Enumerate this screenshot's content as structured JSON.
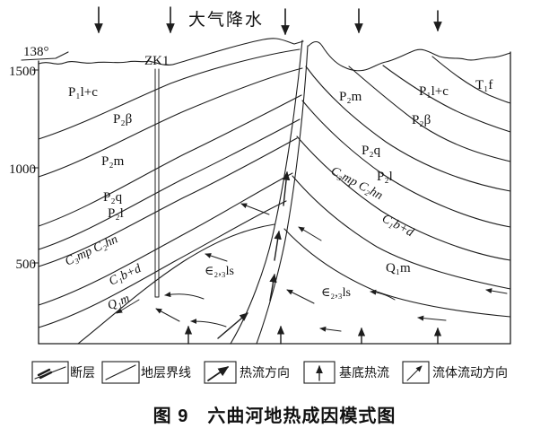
{
  "colors": {
    "line": "#1d1d1d",
    "text": "#111111",
    "background": "#ffffff"
  },
  "header": {
    "precipitation": "大气降水"
  },
  "axis": {
    "bearing": "138°",
    "ticks": [
      "1500",
      "1000",
      "500"
    ]
  },
  "borehole": {
    "label": "ZK1"
  },
  "strata_labels": [
    {
      "id": "left-p1lc",
      "text": "P₁l+c"
    },
    {
      "id": "left-p2beta",
      "text": "P₂β"
    },
    {
      "id": "left-p2m",
      "text": "P₂m"
    },
    {
      "id": "left-p2q",
      "text": "P₂q"
    },
    {
      "id": "left-p2l",
      "text": "P₂l"
    },
    {
      "id": "left-c3mp-c2hn",
      "text": "C₃mp C₂hn"
    },
    {
      "id": "left-c1bd",
      "text": "C₁b+d"
    },
    {
      "id": "left-q1m",
      "text": "Q₁m"
    },
    {
      "id": "left-cambrian-ls",
      "text": "∈₂,₃ls"
    },
    {
      "id": "right-p2m",
      "text": "P₂m"
    },
    {
      "id": "right-p1lc",
      "text": "P₁l+c"
    },
    {
      "id": "right-t1f",
      "text": "T₁f"
    },
    {
      "id": "right-p2beta",
      "text": "P₂β"
    },
    {
      "id": "right-p2q",
      "text": "P₂q"
    },
    {
      "id": "right-p2l",
      "text": "P₂l"
    },
    {
      "id": "right-c3mp-c2hn",
      "text": "C₃mp C₂hn"
    },
    {
      "id": "right-c1bd",
      "text": "C₁b+d"
    },
    {
      "id": "right-q1m",
      "text": "Q₁m"
    },
    {
      "id": "right-cambrian-ls",
      "text": "∈₂,₃ls"
    }
  ],
  "legend": {
    "items": [
      {
        "id": "fault",
        "label": "断层"
      },
      {
        "id": "stratum-boundary",
        "label": "地层界线"
      },
      {
        "id": "heat-flow-direction",
        "label": "热流方向"
      },
      {
        "id": "basement-heat-flow",
        "label": "基底热流"
      },
      {
        "id": "fluid-flow-direction",
        "label": "流体流动方向"
      }
    ]
  },
  "caption": "图 9　六曲河地热成因模式图"
}
